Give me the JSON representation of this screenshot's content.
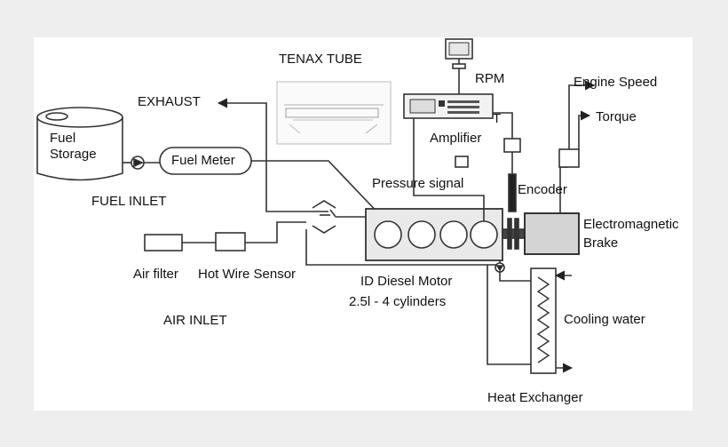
{
  "labels": {
    "fuel_storage": [
      "Fuel",
      "Storage"
    ],
    "fuel_meter": "Fuel Meter",
    "fuel_inlet": "FUEL INLET",
    "exhaust": "EXHAUST",
    "tenax_tube": "TENAX TUBE",
    "rpm": "RPM",
    "t": "T",
    "amplifier": "Amplifier",
    "pressure_signal": "Pressure signal",
    "encoder": "Encoder",
    "engine_speed": "Engine Speed",
    "torque": "Torque",
    "electromagnetic_brake": [
      "Electromagnetic",
      "Brake"
    ],
    "air_filter": "Air filter",
    "hot_wire_sensor": "Hot Wire Sensor",
    "motor": [
      "ID Diesel Motor",
      "2.5l - 4 cylinders"
    ],
    "air_inlet": "AIR INLET",
    "cooling_water": "Cooling water",
    "heat_exchanger": "Heat Exchanger"
  },
  "icons": {
    "monitor": "monitor-icon",
    "amplifier_unit": "amplifier-icon",
    "pump": "pump-icon",
    "tenax_tube_drawing": "tube-drawing-icon"
  }
}
